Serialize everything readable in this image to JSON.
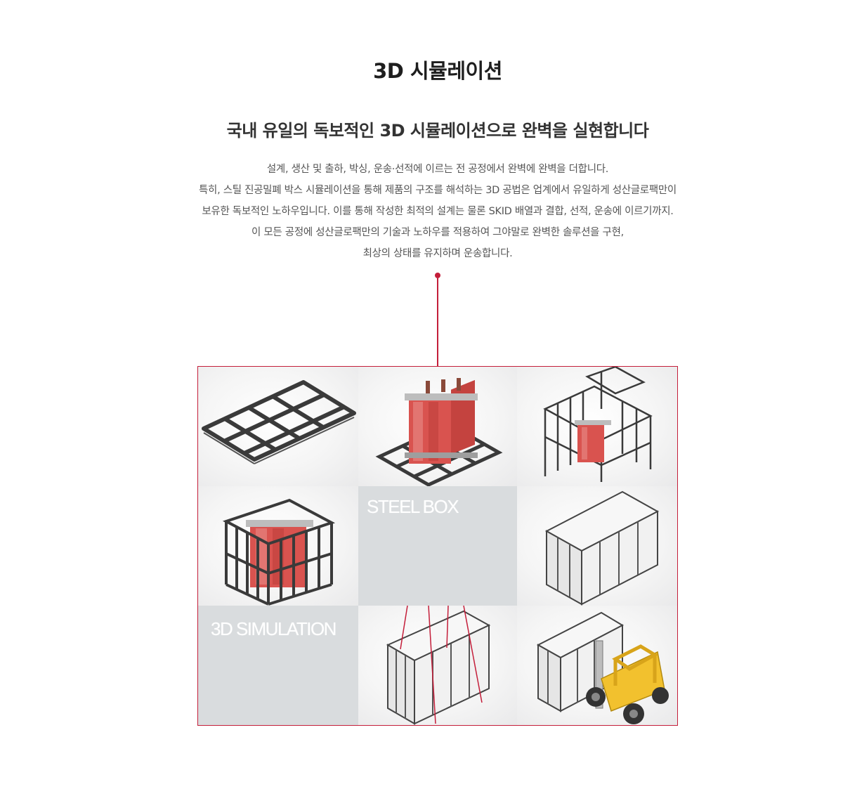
{
  "header": {
    "title": "3D 시뮬레이션",
    "subtitle": "국내 유일의 독보적인 3D 시뮬레이션으로 완벽을 실현합니다"
  },
  "description": {
    "lines": [
      "설계, 생산 및 출하, 박싱, 운송·선적에 이르는 전 공정에서 완벽에 완벽을 더합니다.",
      "특히, 스틸 진공밀폐 박스 시뮬레이션을 통해 제품의 구조를 해석하는 3D 공법은 업계에서 유일하게 성산글로팩만이",
      "보유한 독보적인 노하우입니다. 이를 통해 작성한 최적의 설계는 물론 SKID 배열과 결합, 선적, 운송에 이르기까지.",
      "이 모든 공정에 성산글로팩만의 기술과 노하우를 적용하여 그야말로 완벽한 솔루션을 구현,",
      "최상의 상태를 유지하며 운송합니다."
    ]
  },
  "grid": {
    "labels": {
      "steel_box": "STEEL BOX",
      "simulation": "3D SIMULATION"
    }
  },
  "colors": {
    "accent": "#c41e3a",
    "transformer": "#d9534f",
    "forklift": "#f2c12e"
  }
}
